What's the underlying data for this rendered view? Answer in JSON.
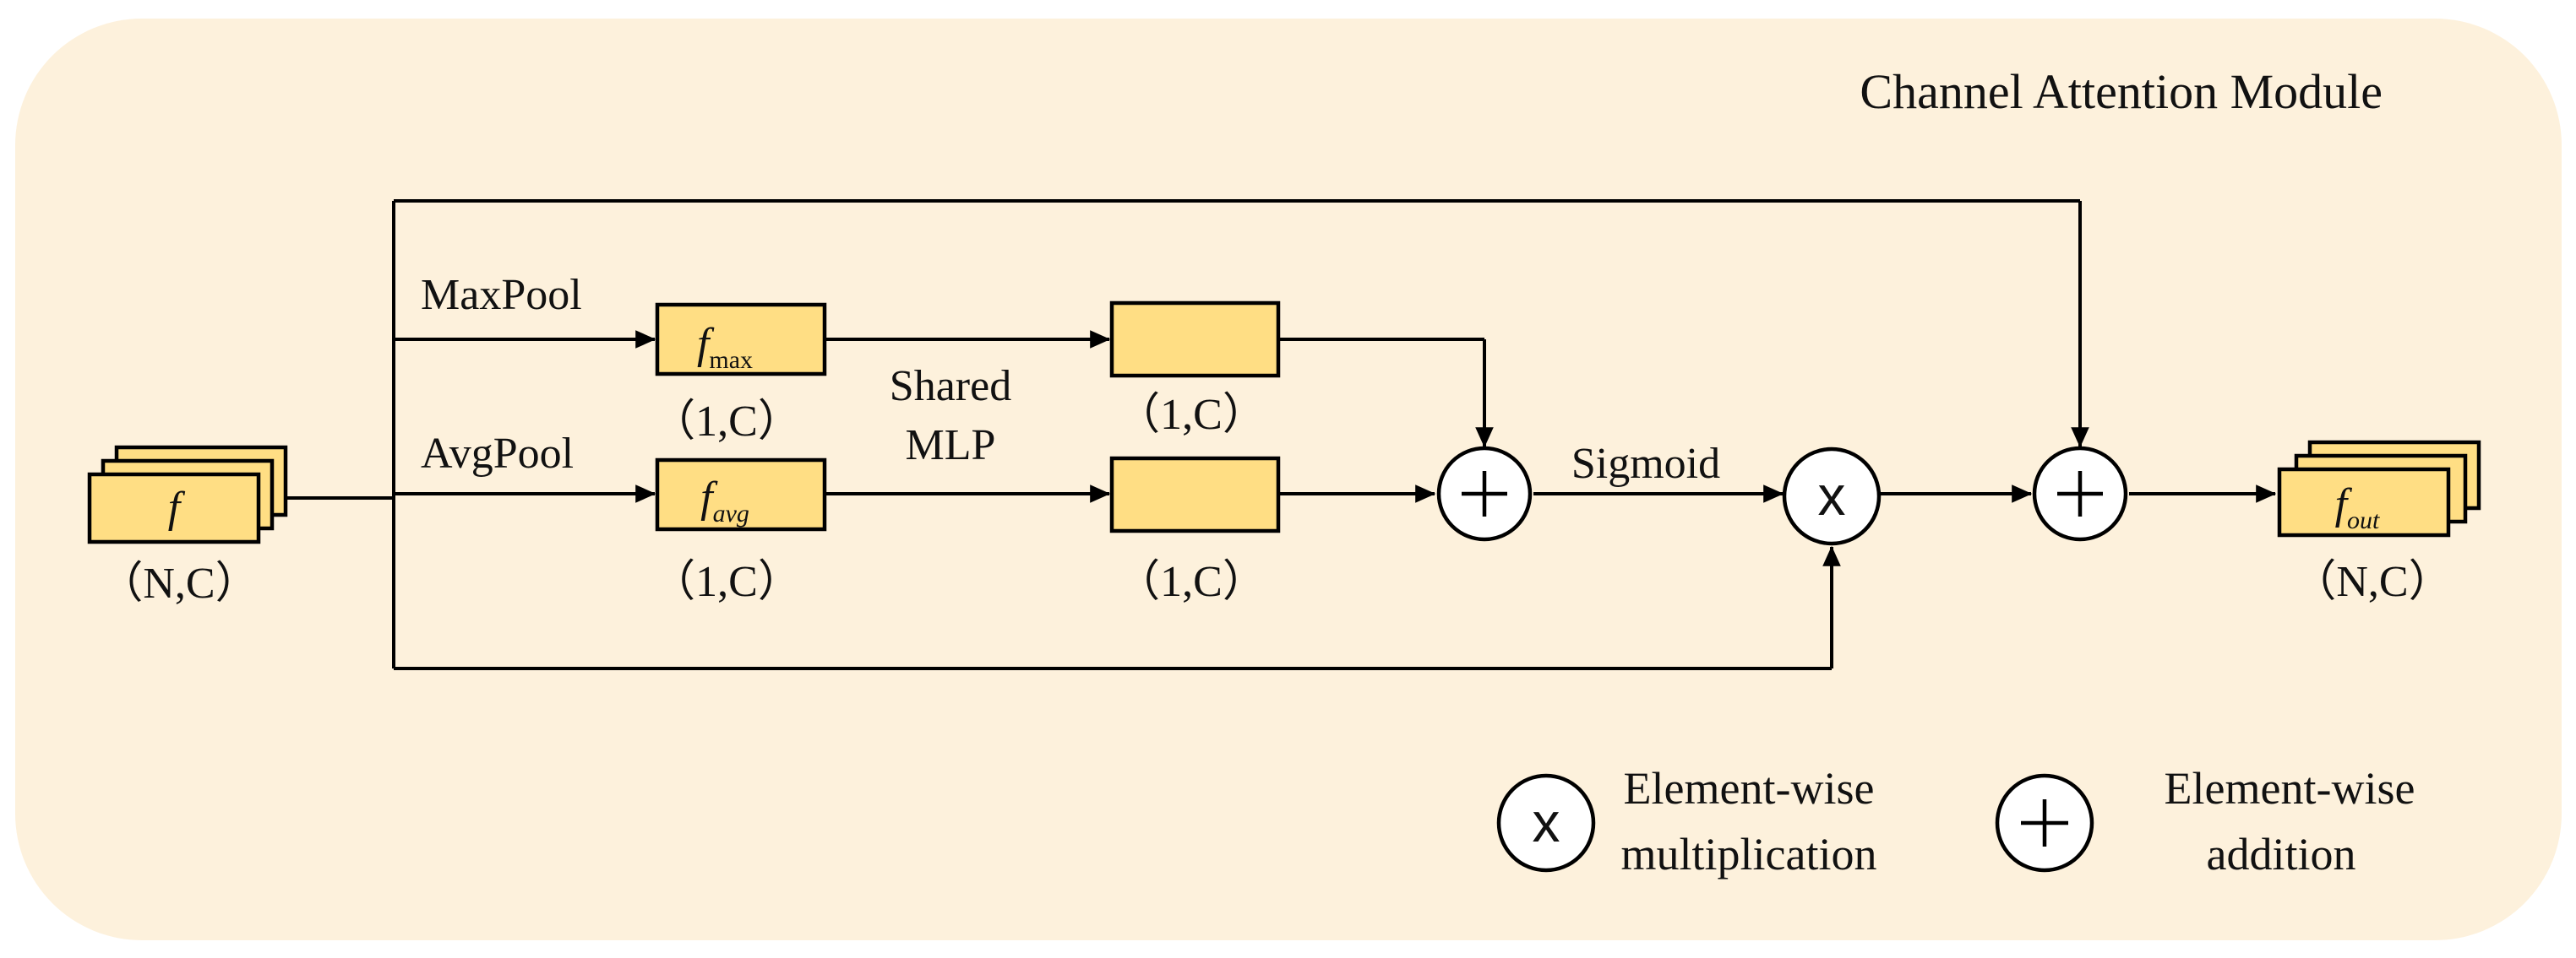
{
  "title": "Channel Attention Module",
  "colors": {
    "background": "#FDF1DC",
    "tensor_fill": "#FFDE84",
    "line": "#000000"
  },
  "input": {
    "symbol": "f",
    "shape": "（N,C）"
  },
  "branches": {
    "max": {
      "label": "MaxPool",
      "symbol": "f",
      "subscript": "max",
      "shape": "（1,C）",
      "mlp_shape": "（1,C）"
    },
    "avg": {
      "label": "AvgPool",
      "symbol": "f",
      "subscript": "avg",
      "shape": "（1,C）",
      "mlp_shape": "（1,C）"
    }
  },
  "mlp": {
    "line1": "Shared",
    "line2": "MLP"
  },
  "sigmoid": "Sigmoid",
  "output": {
    "symbol": "f",
    "subscript": "out",
    "shape": "（N,C）"
  },
  "operators": {
    "add": "+",
    "multiply": "x"
  },
  "legend": {
    "multiply": {
      "symbol": "x",
      "line1": "Element-wise",
      "line2": "multiplication"
    },
    "add": {
      "symbol": "+",
      "line1": "Element-wise",
      "line2": "addition"
    }
  }
}
